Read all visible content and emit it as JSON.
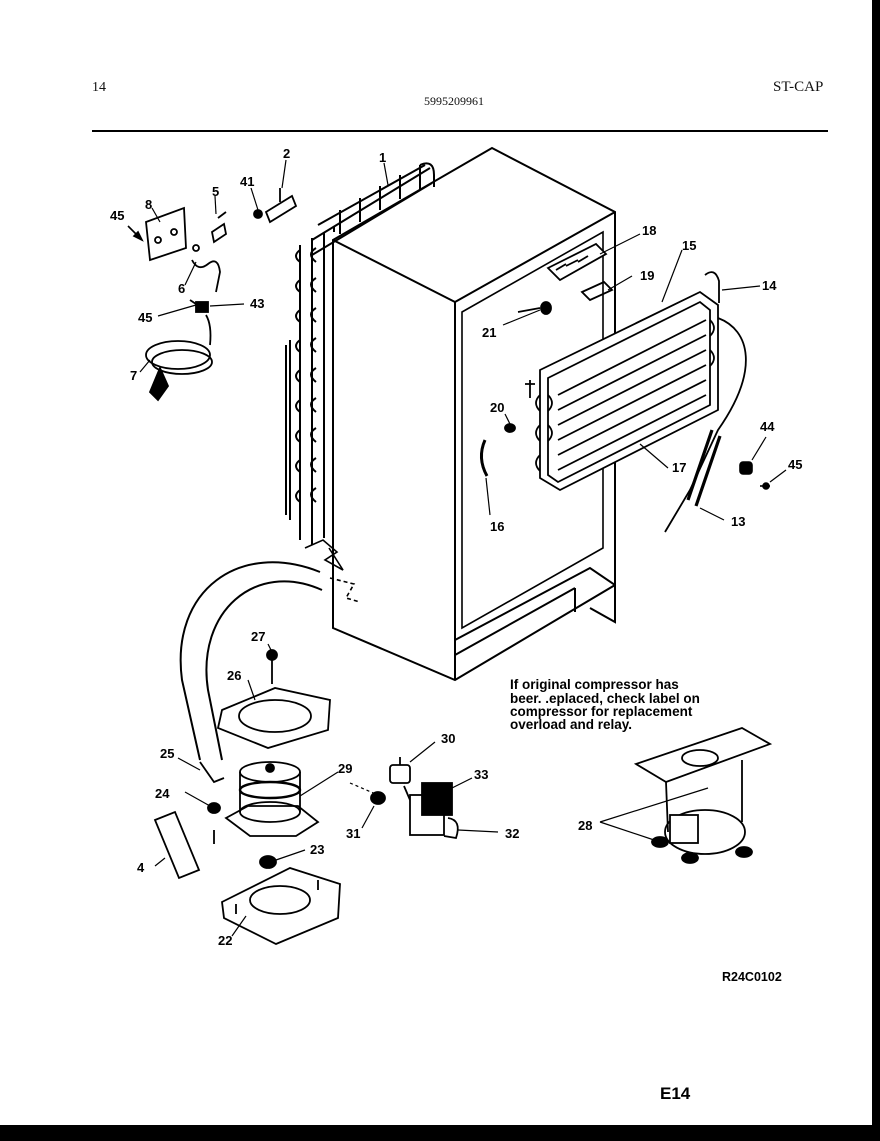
{
  "header": {
    "page_number": "14",
    "model_number": "5995209961",
    "section_code": "ST-CAP"
  },
  "callouts": {
    "c1": "1",
    "c2": "2",
    "c4": "4",
    "c5": "5",
    "c6": "6",
    "c7": "7",
    "c8": "8",
    "c13": "13",
    "c14": "14",
    "c15": "15",
    "c16": "16",
    "c17": "17",
    "c18": "18",
    "c19": "19",
    "c20": "20",
    "c21": "21",
    "c22": "22",
    "c23": "23",
    "c24": "24",
    "c25": "25",
    "c26": "26",
    "c27": "27",
    "c28": "28",
    "c29": "29",
    "c30": "30",
    "c31": "31",
    "c32": "32",
    "c33": "33",
    "c41": "41",
    "c43": "43",
    "c44": "44",
    "c45": "45"
  },
  "note": {
    "line1": "If original compressor has",
    "line2": "beer. .eplaced, check label on",
    "line3": "compressor for replacement",
    "line4": "overload and relay."
  },
  "footer": {
    "reference_code": "R24C0102",
    "page_tag": "E14"
  },
  "colors": {
    "ink": "#000000",
    "paper": "#ffffff"
  }
}
